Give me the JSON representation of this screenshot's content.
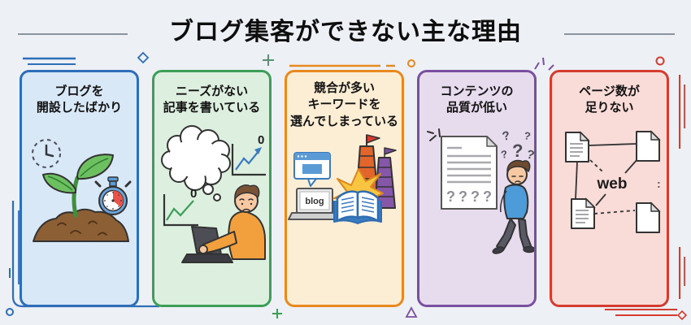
{
  "title": "ブログ集客ができない主な理由",
  "palette": {
    "background": "#edf1f6",
    "title_color": "#0e0e0e",
    "decor_gray": "#8a939e"
  },
  "cards": [
    {
      "id": "just-started-blog",
      "label": "ブログを\n開設したばかり",
      "border_color": "#2e6db8",
      "bg_color": "#d9e8f7",
      "illustration": "sprout-clock-stopwatch"
    },
    {
      "id": "no-needs-articles",
      "label": "ニーズがない\n記事を書いている",
      "border_color": "#3d9e58",
      "bg_color": "#ddefdf",
      "illustration": "empty-thought-bubble-zero-charts-person-laptop",
      "zero_label": "0"
    },
    {
      "id": "competitive-keywords",
      "label": "競合が多い\nキーワードを\n選んでしまっている",
      "border_color": "#e8891f",
      "bg_color": "#fcedd5",
      "illustration": "blog-laptop-book-burst-towers",
      "laptop_label": "blog"
    },
    {
      "id": "low-quality-content",
      "label": "コンテンツの\n品質が低い",
      "border_color": "#7a4f9d",
      "bg_color": "#e7dbee",
      "illustration": "document-question-marks-walking-person",
      "doc_question_row": "????",
      "floating_questions": [
        "?",
        "?",
        "?",
        "?",
        "?"
      ]
    },
    {
      "id": "not-enough-pages",
      "label": "ページ数が\n足りない",
      "border_color": "#d43c30",
      "bg_color": "#f9dbd8",
      "illustration": "linked-pages-web-diagram",
      "web_label": "web",
      "colon_label": ":"
    }
  ]
}
